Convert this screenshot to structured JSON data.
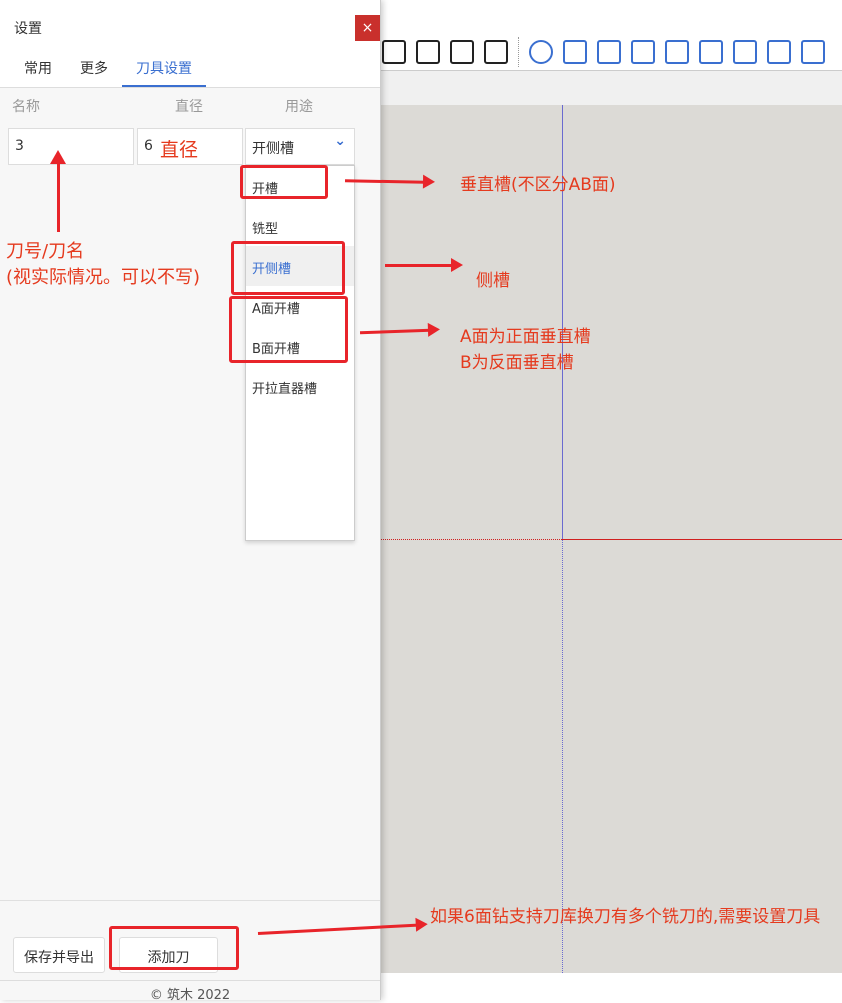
{
  "dialog": {
    "title": "设置",
    "close": "×",
    "tabs": [
      "常用",
      "更多",
      "刀具设置"
    ]
  },
  "table": {
    "headers": [
      "名称",
      "直径",
      "用途"
    ],
    "name_value": "3",
    "diameter_value": "6",
    "usage_value": "开侧槽",
    "chevron": "⌄"
  },
  "dropdown": {
    "options": [
      "开槽",
      "铣型",
      "开侧槽",
      "A面开槽",
      "B面开槽",
      "开拉直器槽"
    ],
    "selected": "开侧槽"
  },
  "buttons": {
    "save_export": "保存并导出",
    "add_tool": "添加刀"
  },
  "footer": "© 筑木 2022",
  "annotations": {
    "diameter": "直径",
    "tool_name": "刀号/刀名",
    "tool_name_note": "(视实际情况。可以不写)",
    "slot": "垂直槽(不区分AB面)",
    "side_slot": "侧槽",
    "ab_line1": "A面为正面垂直槽",
    "ab_line2": "B为反面垂直槽",
    "tools_note": "如果6面钻支持刀库换刀有多个铣刀的,需要设置刀具"
  },
  "colors": {
    "accent": "#3a6fd0",
    "annotation": "#e8242a"
  }
}
